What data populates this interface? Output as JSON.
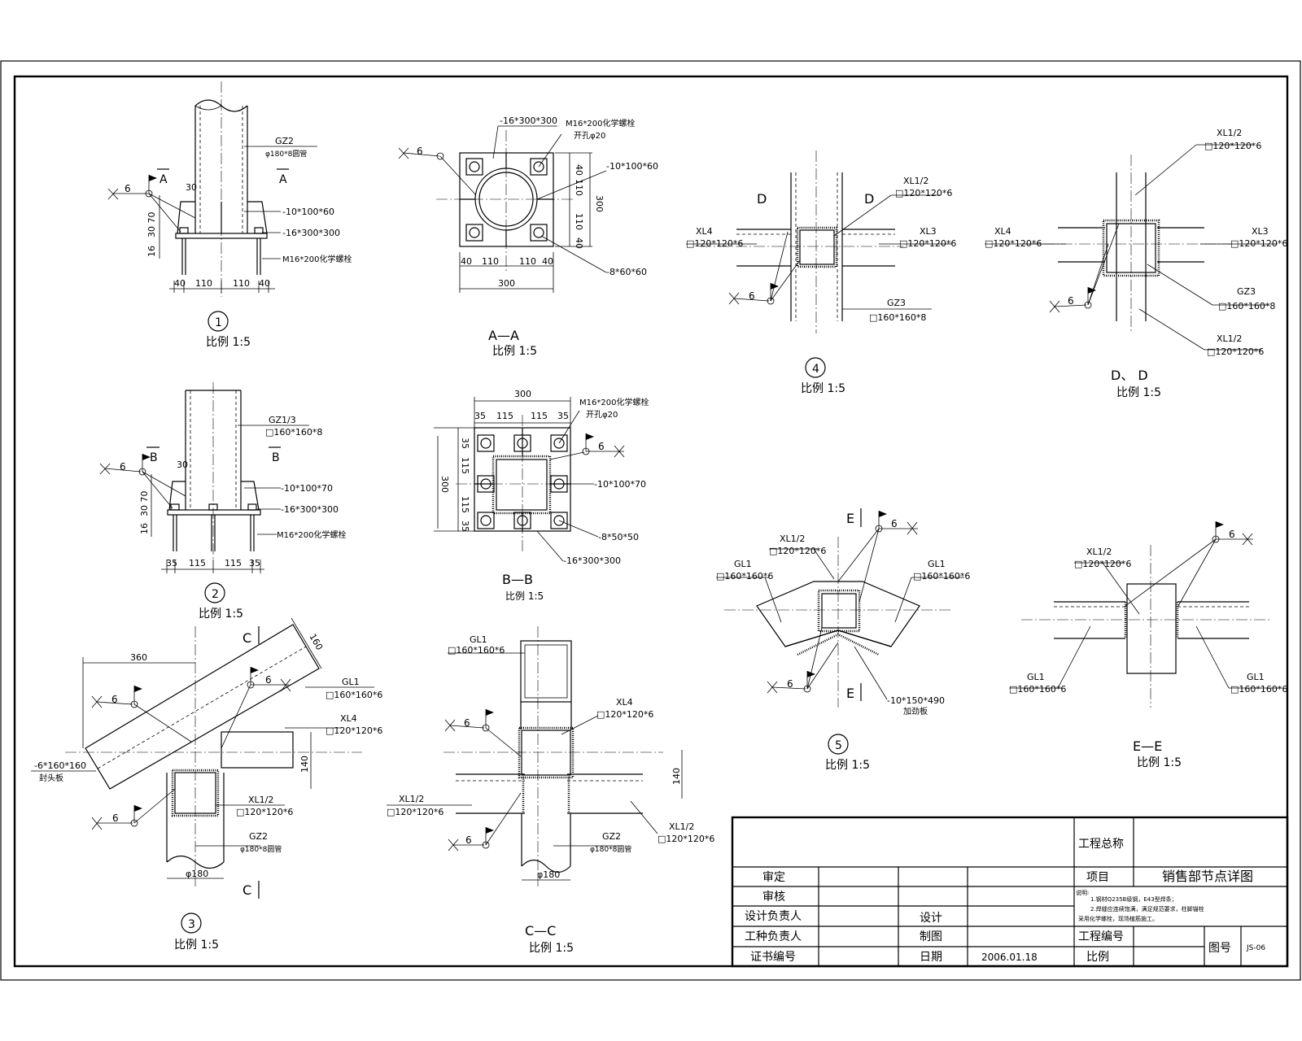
{
  "details": {
    "d1": {
      "number": "1",
      "scale": "比例 1:5",
      "member": "GZ2",
      "member_size": "φ180*8圆管",
      "section_mark": "A",
      "stiffener": "-10*100*60",
      "base_plate": "-16*300*300",
      "bolt": "M16*200化学螺栓",
      "dim_30": "30",
      "dim_30_70": "30 70",
      "dim_16": "16",
      "dims_bottom": [
        "40",
        "110",
        "110",
        "40"
      ],
      "weld": "6"
    },
    "aa": {
      "title": "A—A",
      "scale": "比例 1:5",
      "plate": "-16*300*300",
      "bolt": "M16*200化学螺栓",
      "hole": "开孔φ20",
      "stiffener": "-10*100*60",
      "washer": "-8*60*60",
      "dims_right": [
        "40",
        "110",
        "110",
        "40"
      ],
      "dim_total": "300",
      "dims_bottom": [
        "40",
        "110",
        "110",
        "40"
      ],
      "dim_bottom_total": "300",
      "weld": "6"
    },
    "d2": {
      "number": "2",
      "scale": "比例 1:5",
      "member": "GZ1/3",
      "member_size": "□160*160*8",
      "section_mark": "B",
      "stiffener": "-10*100*70",
      "base_plate": "-16*300*300",
      "bolt": "M16*200化学螺栓",
      "dim_30": "30",
      "dim_30_70": "30 70",
      "dim_16": "16",
      "dims_bottom": [
        "35",
        "115",
        "115",
        "35"
      ],
      "weld": "6"
    },
    "bb": {
      "title": "B—B",
      "scale": "比例 1:5",
      "dim_top_total": "300",
      "dims_top": [
        "35",
        "115",
        "115",
        "35"
      ],
      "dims_left": [
        "35",
        "115",
        "115",
        "35"
      ],
      "dim_left_total": "300",
      "bolt": "M16*200化学螺栓",
      "hole": "开孔φ20",
      "stiffener": "-10*100*70",
      "washer": "-8*50*50",
      "plate": "-16*300*300",
      "weld": "6"
    },
    "d3": {
      "number": "3",
      "scale": "比例 1:5",
      "section_mark": "C",
      "dim_360": "360",
      "dim_160": "160",
      "dim_140": "140",
      "dim_phi": "φ180",
      "gl1": "GL1",
      "gl1_size": "□160*160*6",
      "xl4": "XL4",
      "xl4_size": "□120*120*6",
      "xl12": "XL1/2",
      "xl12_size": "□120*120*6",
      "gz2": "GZ2",
      "gz2_size": "φ180*8圆管",
      "end_plate": "-6*160*160",
      "end_plate_note": "封头板",
      "weld": "6"
    },
    "cc": {
      "title": "C—C",
      "scale": "比例 1:5",
      "gl1": "GL1",
      "gl1_size": "□160*160*6",
      "xl4": "XL4",
      "xl4_size": "□120*120*6",
      "xl12_left": "XL1/2",
      "xl12_left_size": "□120*120*6",
      "xl12_right": "XL1/2",
      "xl12_right_size": "□120*120*6",
      "gz2": "GZ2",
      "gz2_size": "φ180*8圆管",
      "dim_140": "140",
      "dim_phi": "φ180",
      "weld": "6"
    },
    "d4": {
      "number": "4",
      "scale": "比例 1:5",
      "section_mark": "D",
      "xl12": "XL1/2",
      "xl12_size": "□120*120*6",
      "xl4": "XL4",
      "xl4_size": "□120*120*6",
      "xl3": "XL3",
      "xl3_size": "□120*120*6",
      "gz3": "GZ3",
      "gz3_size": "□160*160*8",
      "weld": "6"
    },
    "dd": {
      "title": "D、 D",
      "scale": "比例 1:5",
      "xl12_top": "XL1/2",
      "xl12_top_size": "□120*120*6",
      "xl4": "XL4",
      "xl4_size": "□120*120*6",
      "xl3": "XL3",
      "xl3_size": "□120*120*6",
      "gz3": "GZ3",
      "gz3_size": "□160*160*8",
      "xl12_bottom": "XL1/2",
      "xl12_bottom_size": "□120*120*6",
      "weld": "6"
    },
    "d5": {
      "number": "5",
      "scale": "比例 1:5",
      "section_mark": "E",
      "xl12": "XL1/2",
      "xl12_size": "□120*120*6",
      "gl1_left": "GL1",
      "gl1_left_size": "□160*160*6",
      "gl1_right": "GL1",
      "gl1_right_size": "□160*160*6",
      "rib": "-10*150*490",
      "rib_note": "加劲板",
      "weld": "6"
    },
    "ee": {
      "title": "E—E",
      "scale": "比例 1:5",
      "xl12": "XL1/2",
      "xl12_size": "□120*120*6",
      "gl1_left": "GL1",
      "gl1_left_size": "□160*160*6",
      "gl1_right": "GL1",
      "gl1_right_size": "□160*160*6",
      "weld": "6"
    }
  },
  "title_block": {
    "project_name_label": "工程总称",
    "shending": "审定",
    "shenhe": "审核",
    "design_lead": "设计负责人",
    "eng_lead": "工种负责人",
    "cert_no": "证书编号",
    "design": "设计",
    "drawing": "制图",
    "date_label": "日期",
    "date": "2006.01.18",
    "item_label": "项目",
    "drawing_title": "销售部节点详图",
    "notes_label": "说明:",
    "note_1": "1.钢材Q235B级钢，E43型焊条；",
    "note_2": "2.焊缝应连续饱满，满足规范要求，柱脚锚栓",
    "note_3": "采用化学螺栓，现场植筋施工。",
    "project_no_label": "工程编号",
    "scale_label": "比例",
    "drawing_no_label": "图号",
    "drawing_no": "JS-06"
  }
}
